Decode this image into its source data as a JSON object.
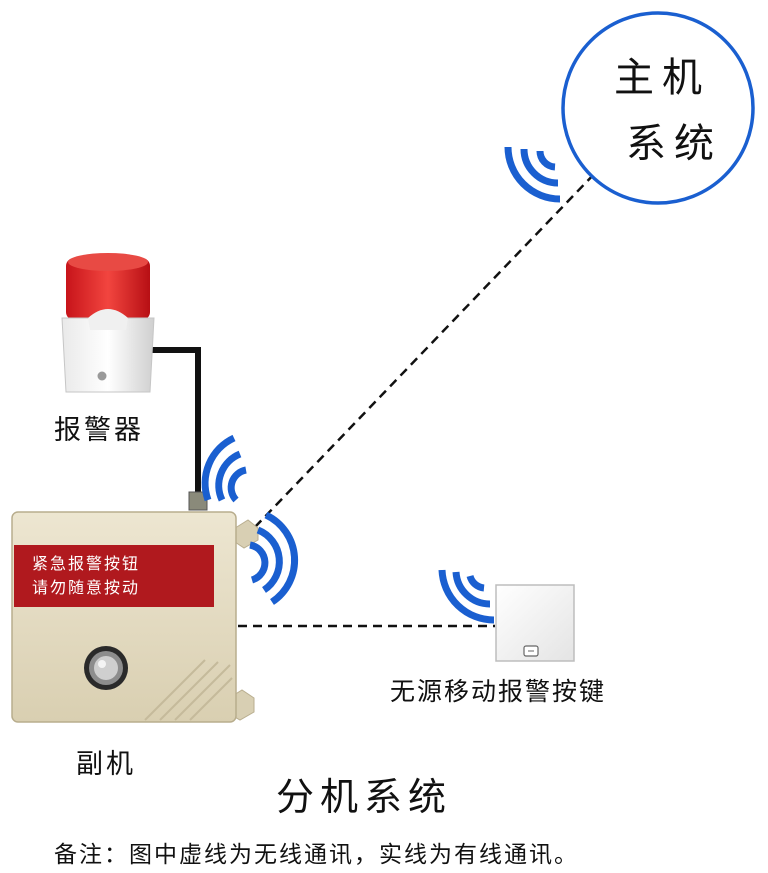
{
  "host": {
    "line1": "主机",
    "line2": "系统"
  },
  "alarm": {
    "label": "报警器"
  },
  "sub_unit": {
    "label": "副机",
    "panel_line1": "紧急报警按钮",
    "panel_line2": "请勿随意按动"
  },
  "button_unit": {
    "label": "无源移动报警按键"
  },
  "title": "分机系统",
  "note": "备注：图中虚线为无线通讯，实线为有线通讯。",
  "colors": {
    "accent_blue": "#1a5fd0",
    "panel_red": "#b0191e",
    "box_beige": "#e6ddc4",
    "siren_red": "#e0262a"
  },
  "icons": [
    "wifi-signal-icon",
    "siren-icon",
    "push-button-icon"
  ]
}
